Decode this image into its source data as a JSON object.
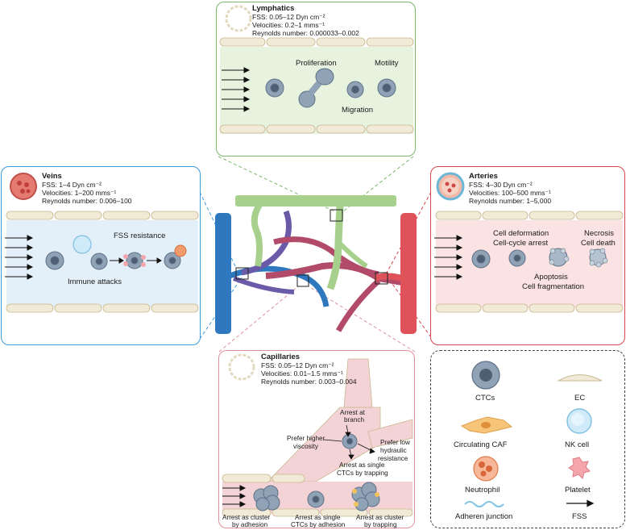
{
  "lymphatics": {
    "title": "Lymphatics",
    "lines": [
      "FSS: 0.05–12 Dyn cm⁻²",
      "Velocities: 0.2–1 mms⁻¹",
      "Reynolds number: 0.000033–0.002"
    ],
    "labels": {
      "proliferation": "Proliferation",
      "motility": "Motility",
      "migration": "Migration"
    }
  },
  "veins": {
    "title": "Veins",
    "lines": [
      "FSS: 1–4 Dyn cm⁻²",
      "Velocities: 1–200 mms⁻¹",
      "Reynolds number: 0.006–100"
    ],
    "labels": {
      "fss_resistance": "FSS resistance",
      "immune_attacks": "Immune attacks"
    }
  },
  "arteries": {
    "title": "Arteries",
    "lines": [
      "FSS: 4–30 Dyn cm⁻²",
      "Velocities: 100–500 mms⁻¹",
      "Reynolds number: 1–5,000"
    ],
    "labels": {
      "deformation": "Cell deformation",
      "cellcycle": "Cell-cycle arrest",
      "necrosis": "Necrosis",
      "celldeath": "Cell death",
      "apoptosis": "Apoptosis",
      "fragmentation": "Cell fragmentation"
    }
  },
  "capillaries": {
    "title": "Capillaries",
    "lines": [
      "FSS: 0.05–12 Dyn cm⁻²",
      "Velocities: 0.01–1.5 mms⁻¹",
      "Reynolds number: 0.003–0.004"
    ],
    "labels": {
      "arrest_branch_1": "Arrest at",
      "arrest_branch_2": "branch",
      "higher_visc_1": "Prefer higher",
      "higher_visc_2": "viscosity",
      "low_hyd_1": "Prefer low",
      "low_hyd_2": "hydraulic",
      "low_hyd_3": "resistance",
      "single_trap_1": "Arrest as single",
      "single_trap_2": "CTCs by trapping",
      "cluster_adh_1": "Arrest as cluster",
      "cluster_adh_2": "by adhesion",
      "single_adh_1": "Arrest as single",
      "single_adh_2": "CTCs by adhesion",
      "cluster_trap_1": "Arrest as cluster",
      "cluster_trap_2": "by trapping"
    }
  },
  "legend": {
    "ctcs": "CTCs",
    "ec": "EC",
    "caf": "Circulating CAF",
    "nk": "NK cell",
    "neutrophil": "Neutrophil",
    "platelet": "Platelet",
    "adherens": "Adheren junction",
    "fss": "FSS"
  },
  "colors": {
    "lymph_border": "#7cb86a",
    "vein_border": "#3d9bd8",
    "artery_border": "#d6464e",
    "cap_border": "#e0909c",
    "vein_vessel": "#2f78c0",
    "artery_vessel": "#e0525a",
    "lymph_vessel": "#a8d08d",
    "capillary_purple": "#6a5aa8",
    "capillary_red": "#b24a6a"
  }
}
